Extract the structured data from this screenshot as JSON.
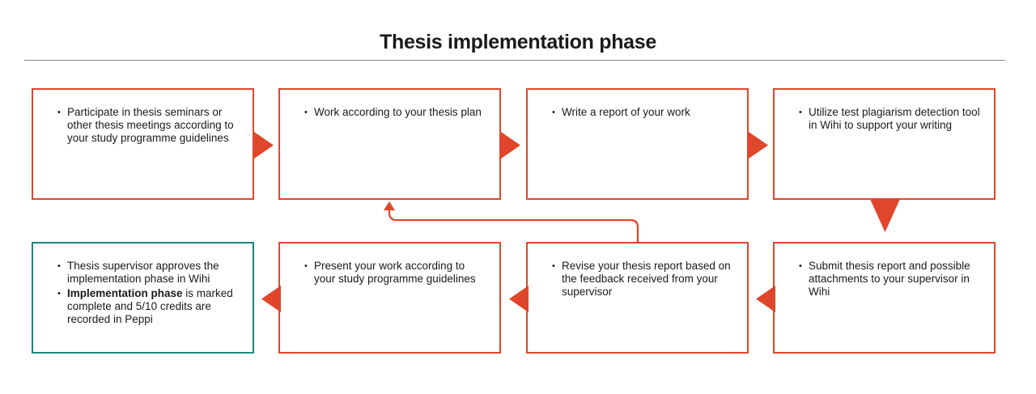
{
  "title": "Thesis implementation phase",
  "colors": {
    "step_border": "#e0462b",
    "final_border": "#17897f",
    "arrow": "#e0462b",
    "divider": "#8a8a8a"
  },
  "steps": [
    {
      "bullets": [
        "Participate in thesis seminars or other thesis meetings according to your study programme guidelines"
      ]
    },
    {
      "bullets": [
        "Work according to your thesis plan"
      ]
    },
    {
      "bullets": [
        "Write a report of your work"
      ]
    },
    {
      "bullets": [
        "Utilize test plagiarism detection tool in Wihi to support your writing"
      ]
    },
    {
      "bullets": [
        "Submit thesis report and possible attachments to your supervisor in Wihi"
      ]
    },
    {
      "bullets": [
        "Revise your thesis report based on the feedback received from your supervisor"
      ]
    },
    {
      "bullets": [
        "Present your work according to your study programme guidelines"
      ]
    },
    {
      "bullets": [
        "Thesis supervisor approves the implementation phase in Wihi"
      ],
      "bold_lead": "Implementation phase",
      "bold_rest": " is marked complete and 5/10 credits are recorded in Peppi"
    }
  ]
}
